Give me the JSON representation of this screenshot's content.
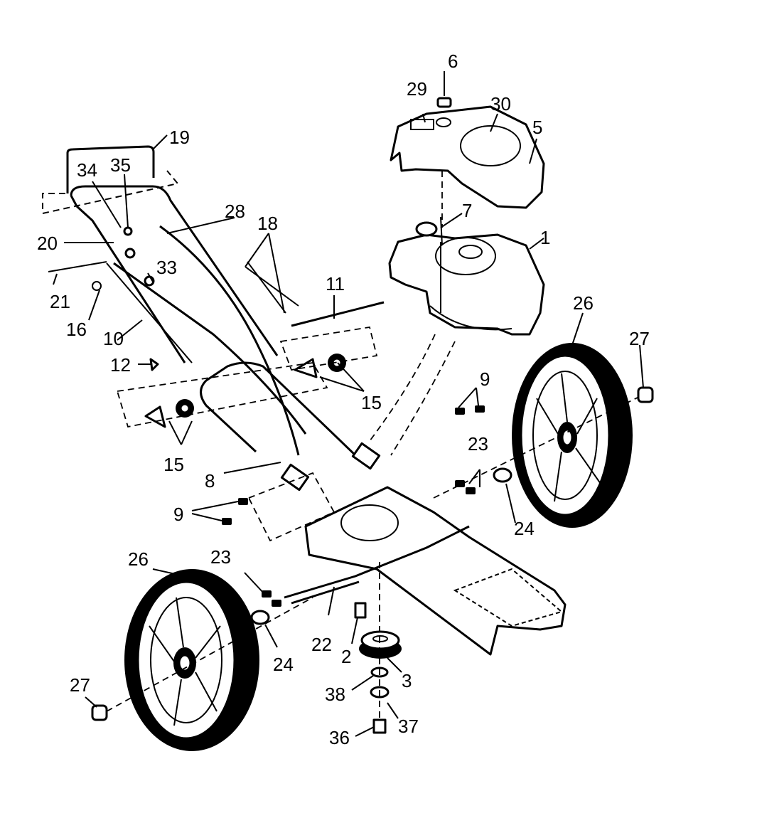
{
  "callouts": [
    {
      "id": "c1",
      "text": "1"
    },
    {
      "id": "c2",
      "text": "2"
    },
    {
      "id": "c3",
      "text": "3"
    },
    {
      "id": "c5",
      "text": "5"
    },
    {
      "id": "c6",
      "text": "6"
    },
    {
      "id": "c7",
      "text": "7"
    },
    {
      "id": "c8",
      "text": "8"
    },
    {
      "id": "c9a",
      "text": "9"
    },
    {
      "id": "c9b",
      "text": "9"
    },
    {
      "id": "c10",
      "text": "10"
    },
    {
      "id": "c11",
      "text": "11"
    },
    {
      "id": "c12",
      "text": "12"
    },
    {
      "id": "c15a",
      "text": "15"
    },
    {
      "id": "c15b",
      "text": "15"
    },
    {
      "id": "c16",
      "text": "16"
    },
    {
      "id": "c18",
      "text": "18"
    },
    {
      "id": "c19",
      "text": "19"
    },
    {
      "id": "c20",
      "text": "20"
    },
    {
      "id": "c21",
      "text": "21"
    },
    {
      "id": "c22",
      "text": "22"
    },
    {
      "id": "c23a",
      "text": "23"
    },
    {
      "id": "c23b",
      "text": "23"
    },
    {
      "id": "c24a",
      "text": "24"
    },
    {
      "id": "c24b",
      "text": "24"
    },
    {
      "id": "c26a",
      "text": "26"
    },
    {
      "id": "c26b",
      "text": "26"
    },
    {
      "id": "c27a",
      "text": "27"
    },
    {
      "id": "c27b",
      "text": "27"
    },
    {
      "id": "c28",
      "text": "28"
    },
    {
      "id": "c29",
      "text": "29"
    },
    {
      "id": "c30",
      "text": "30"
    },
    {
      "id": "c33",
      "text": "33"
    },
    {
      "id": "c34",
      "text": "34"
    },
    {
      "id": "c35",
      "text": "35"
    },
    {
      "id": "c36",
      "text": "36"
    },
    {
      "id": "c37",
      "text": "37"
    },
    {
      "id": "c38",
      "text": "38"
    }
  ]
}
